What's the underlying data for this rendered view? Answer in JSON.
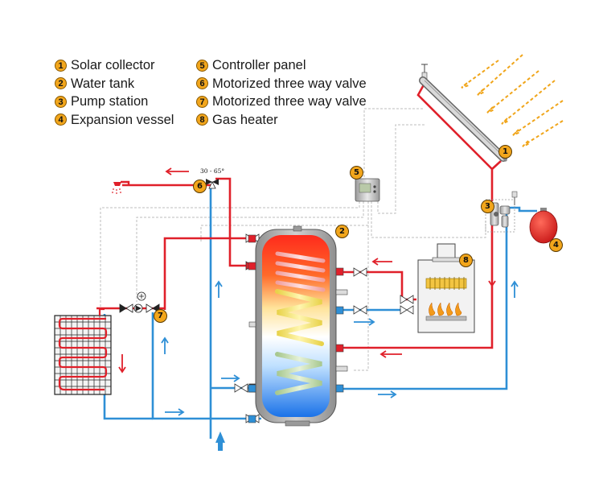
{
  "legend": {
    "left": [
      {
        "num": "1",
        "label": "Solar collector"
      },
      {
        "num": "2",
        "label": "Water tank"
      },
      {
        "num": "3",
        "label": "Pump station"
      },
      {
        "num": "4",
        "label": "Expansion vessel"
      }
    ],
    "right": [
      {
        "num": "5",
        "label": "Controller panel"
      },
      {
        "num": "6",
        "label": "Motorized three way valve"
      },
      {
        "num": "7",
        "label": "Motorized three way valve"
      },
      {
        "num": "8",
        "label": "Gas heater"
      }
    ]
  },
  "temperature_label": "30 - 65°",
  "markers": {
    "solar_collector": "1",
    "water_tank": "2",
    "pump_station": "3",
    "expansion_vessel": "4",
    "controller_panel": "5",
    "valve_top": "6",
    "valve_left": "7",
    "gas_heater": "8"
  },
  "colors": {
    "hot_pipe": "#e0202a",
    "cold_pipe": "#2e8fd6",
    "signal_wire": "#b8b8b8",
    "marker": "#f2a61c",
    "sun_rays": "#f0a51a"
  }
}
